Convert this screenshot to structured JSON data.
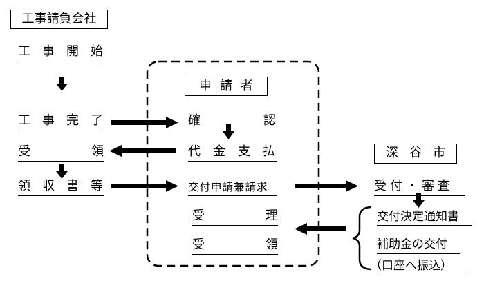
{
  "contractor": {
    "title": "工事請負会社",
    "start": "工事開始",
    "complete": "工事完了",
    "receive": "受領",
    "receipt_docs": "領収書等"
  },
  "applicant": {
    "title": "申請者",
    "confirm": "確認",
    "payment": "代金支払",
    "request": "交付申請兼請求",
    "accept": "受理",
    "receive": "受領"
  },
  "city": {
    "title": "深谷市",
    "review": "受付・審査",
    "notice": "交付決定通知書",
    "grant": "補助金の交付",
    "transfer": "（口座へ振込）"
  }
}
